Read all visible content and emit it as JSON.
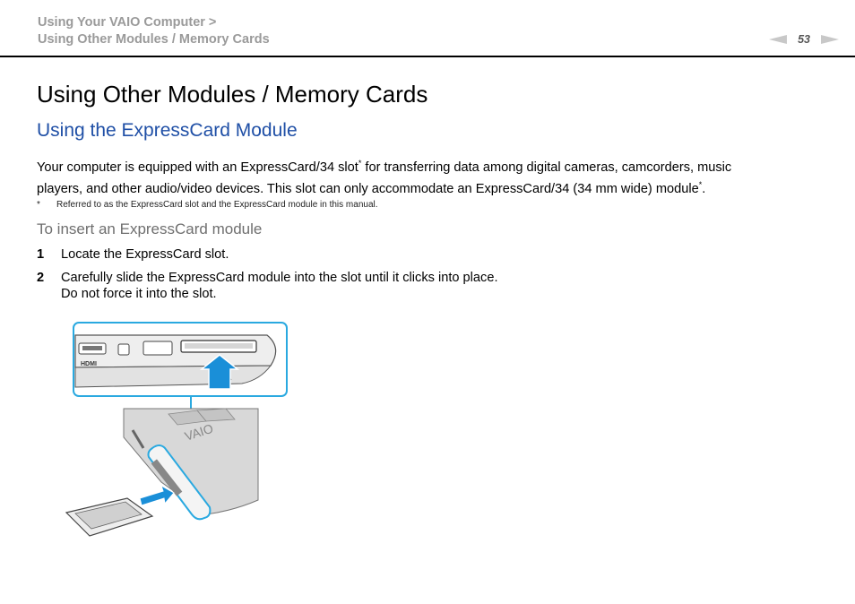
{
  "header": {
    "breadcrumb_line1": "Using Your VAIO Computer >",
    "breadcrumb_line2": "Using Other Modules / Memory Cards",
    "page_number": "53"
  },
  "main": {
    "page_title": "Using Other Modules / Memory Cards",
    "section_title": "Using the ExpressCard Module",
    "intro": {
      "line1": "Your computer is equipped with an ExpressCard/34 slot",
      "line1_sup": "*",
      "line1_cont": " for transferring data among digital cameras, camcorders, music",
      "line2": "players, and other audio/video devices. This slot can only accommodate an ExpressCard/34 (34 mm wide) module",
      "line2_sup": "*",
      "line2_end": "."
    },
    "footnote": {
      "mark": "*",
      "text": "Referred to as the ExpressCard slot and the ExpressCard module in this manual."
    },
    "procedure_heading": "To insert an ExpressCard module",
    "steps": [
      {
        "number": "1",
        "text": "Locate the ExpressCard slot."
      },
      {
        "number": "2",
        "text": "Carefully slide the ExpressCard module into the slot until it clicks into place.",
        "continuation": "Do not force it into the slot."
      }
    ],
    "illustration": {
      "port_label": "HDMI",
      "logo_text": "VAIO"
    }
  },
  "colors": {
    "accent_blue": "#1f4fa6",
    "callout_cyan": "#2aa9e0",
    "arrow_blue": "#1a8fd8",
    "breadcrumb_gray": "#9a9a9a"
  }
}
